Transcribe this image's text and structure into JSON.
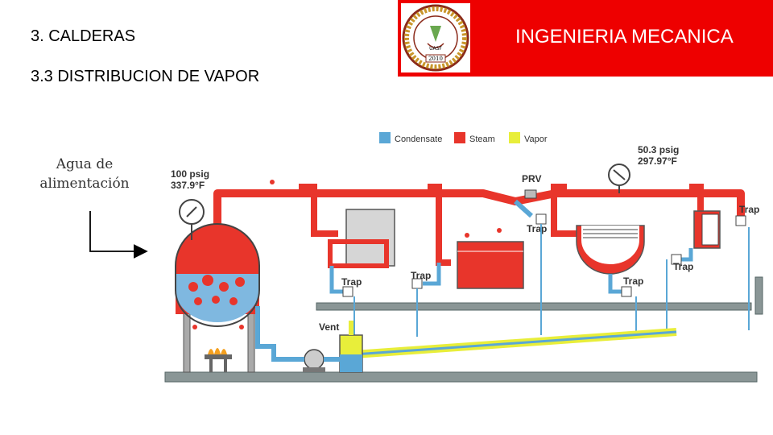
{
  "header": {
    "title": "3. CALDERAS",
    "subtitle": "3.3  DISTRIBUCION DE VAPOR",
    "department": "INGENIERIA MECANICA",
    "logo": {
      "ring_text": "UNIVERSIDAD AUTONOMA SAN FRANCISCO",
      "acronym": "UASF",
      "year": "2010"
    }
  },
  "feed_label": {
    "line1": "Agua de",
    "line2": "alimentación"
  },
  "legend": {
    "items": [
      {
        "label": "Condensate",
        "color": "#5aa7d6"
      },
      {
        "label": "Steam",
        "color": "#e8352b"
      },
      {
        "label": "Vapor",
        "color": "#e8ee3a"
      }
    ]
  },
  "boiler": {
    "pressure": "100 psig",
    "temperature": "337.9°F"
  },
  "downstream": {
    "pressure": "50.3 psig",
    "temperature": "297.97°F"
  },
  "labels": {
    "prv": "PRV",
    "trap": "Trap",
    "vent": "Vent"
  },
  "colors": {
    "steam": "#e8352b",
    "condensate": "#5aa7d6",
    "vapor": "#e8ee3a",
    "header_red": "#ee0000",
    "floor": "#7c8a8a"
  }
}
